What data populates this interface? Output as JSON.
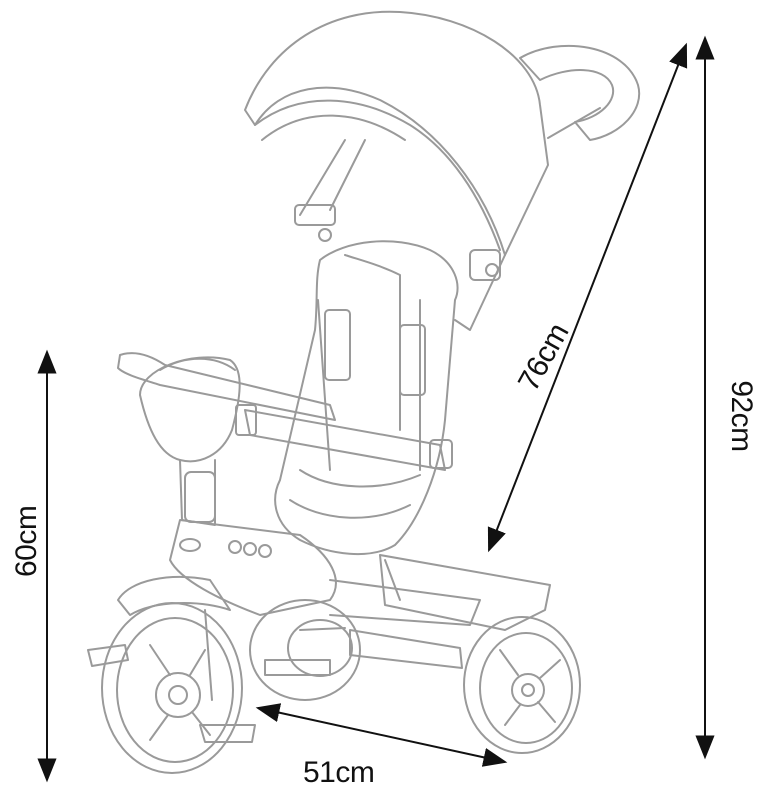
{
  "dimensions": {
    "height_seat": "60cm",
    "length_base": "51cm",
    "height_diagonal": "76cm",
    "height_total": "92cm"
  },
  "colors": {
    "line": "#9a9a9a",
    "arrow": "#111111",
    "text": "#111111"
  },
  "illustration": "tricycle-line-drawing"
}
